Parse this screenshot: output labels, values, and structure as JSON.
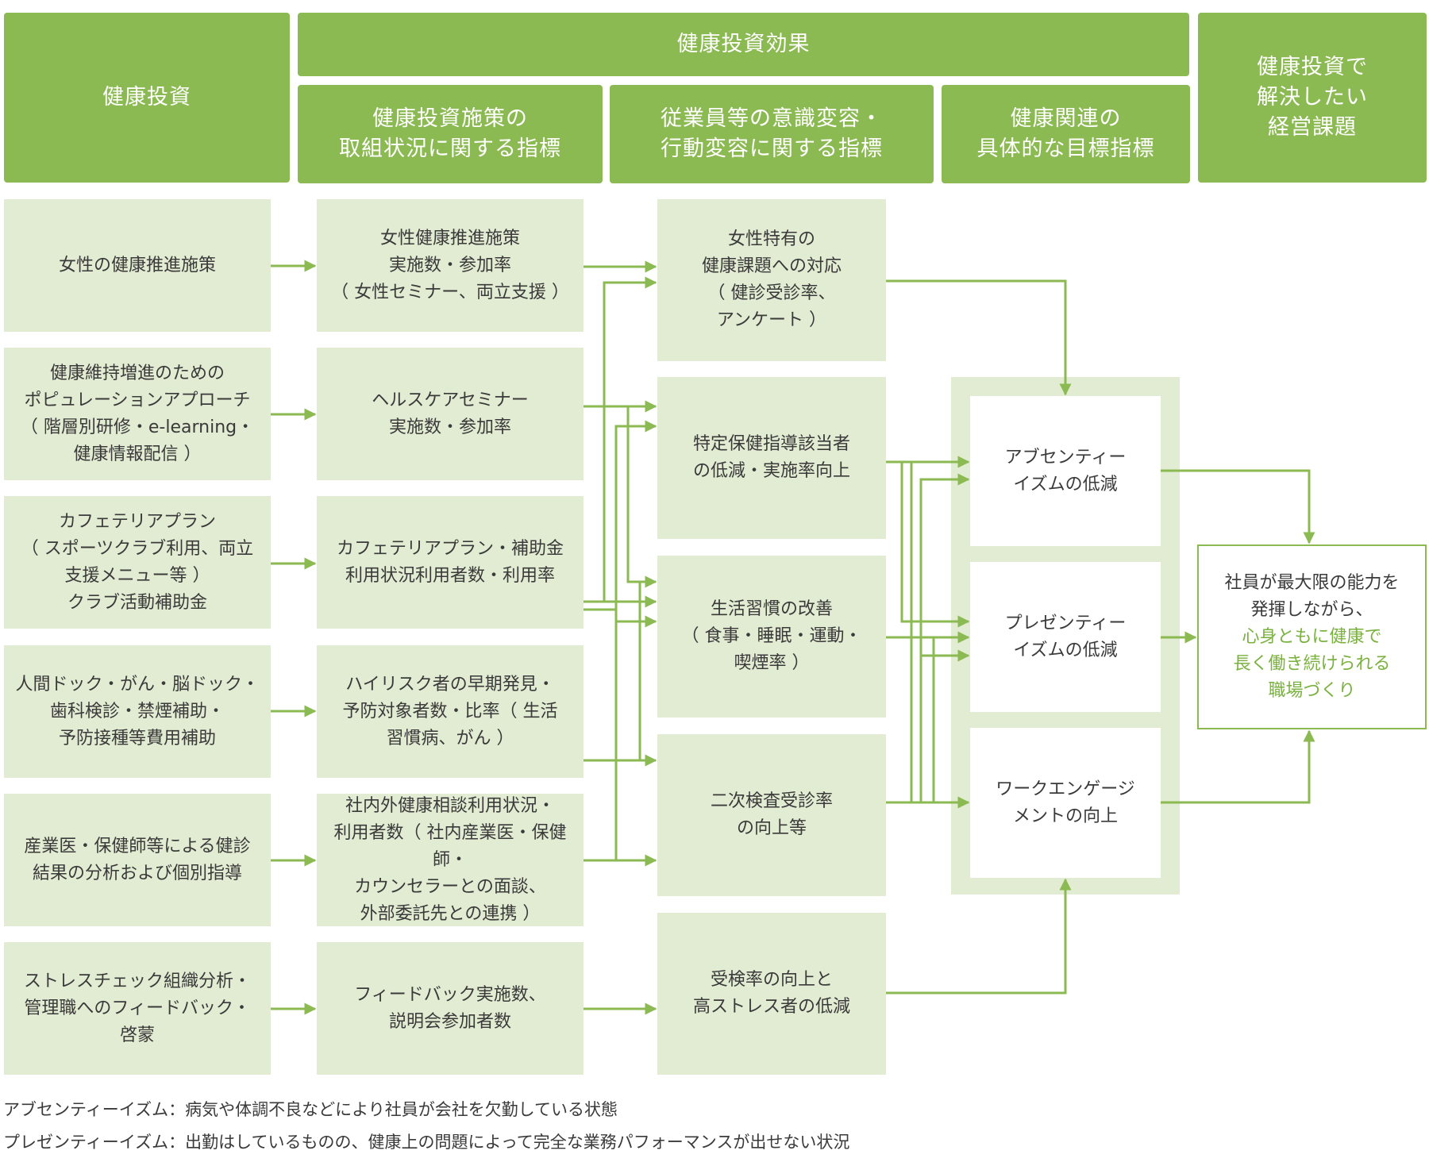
{
  "colors": {
    "header": "#8cba52",
    "box": "#e1ecd2",
    "line": "#8cba52",
    "accent": "#7ab13f"
  },
  "headers": {
    "investment": "健康投資",
    "effects": "健康投資効果",
    "measures": "健康投資施策の\n取組状況に関する指標",
    "awareness": "従業員等の意識変容・\n行動変容に関する指標",
    "targets": "健康関連の\n具体的な目標指標",
    "management": "健康投資で\n解決したい\n経営課題"
  },
  "investments": [
    "女性の健康推進施策",
    "健康維持増進のための\nポピュレーションアプローチ\n（ 階層別研修・e-learning・\n健康情報配信 ）",
    "カフェテリアプラン\n（ スポーツクラブ利用、両立\n支援メニュー等 ）\nクラブ活動補助金",
    "人間ドック・がん・脳ドック・\n歯科検診・禁煙補助・\n予防接種等費用補助",
    "産業医・保健師等による健診\n結果の分析および個別指導",
    "ストレスチェック組織分析・\n管理職へのフィードバック・\n啓蒙"
  ],
  "measures": [
    "女性健康推進施策\n実施数・参加率\n（ 女性セミナー、両立支援 ）",
    "ヘルスケアセミナー\n実施数・参加率",
    "カフェテリアプラン・補助金\n利用状況利用者数・利用率",
    "ハイリスク者の早期発見・\n予防対象者数・比率（ 生活\n習慣病、がん ）",
    "社内外健康相談利用状況・\n利用者数（ 社内産業医・保健師・\nカウンセラーとの面談、\n外部委託先との連携 ）",
    "フィードバック実施数、\n説明会参加者数"
  ],
  "awareness": [
    "女性特有の\n健康課題への対応\n（ 健診受診率、\nアンケート ）",
    "特定保健指導該当者\nの低減・実施率向上",
    "生活習慣の改善\n（ 食事・睡眠・運動・\n喫煙率 ）",
    "二次検査受診率\nの向上等",
    "受検率の向上と\n高ストレス者の低減"
  ],
  "targets": [
    "アブセンティー\nイズムの低減",
    "プレゼンティー\nイズムの低減",
    "ワークエンゲージ\nメントの向上"
  ],
  "goal": {
    "line1": "社員が最大限の能力を\n発揮しながら、",
    "line2": "心身ともに健康で\n長く働き続けられる\n職場づくり"
  },
  "footnotes": [
    "アブセンティーイズム：病気や体調不良などにより社員が会社を欠勤している状態",
    "プレゼンティーイズム：出勤はしているものの、健康上の問題によって完全な業務パフォーマンスが出せない状況"
  ]
}
